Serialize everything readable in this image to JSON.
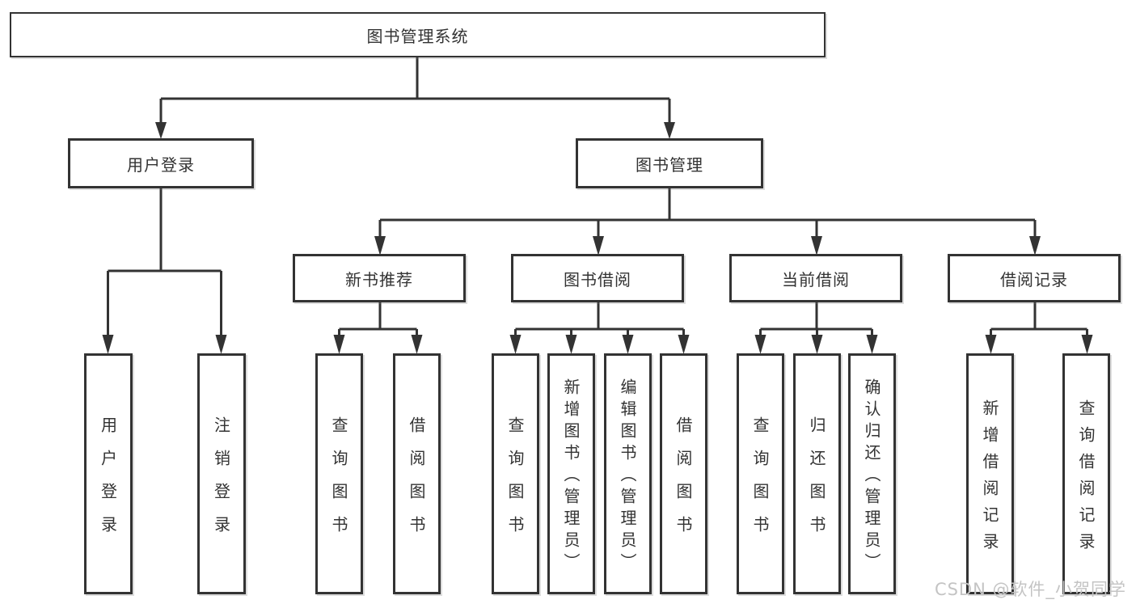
{
  "diagram": {
    "type": "tree",
    "title": "图书管理系统",
    "line_color": "#333333",
    "box_fill": "#ffffff",
    "text_color": "#333333",
    "root": {
      "label": "图书管理系统"
    },
    "branches": [
      {
        "label": "用户登录",
        "children": [
          {
            "label": "用户登录"
          },
          {
            "label": "注销登录"
          }
        ]
      },
      {
        "label": "图书管理",
        "children": [
          {
            "label": "新书推荐",
            "children": [
              {
                "label": "查询图书"
              },
              {
                "label": "借阅图书"
              }
            ]
          },
          {
            "label": "图书借阅",
            "children": [
              {
                "label": "查询图书"
              },
              {
                "label": "新增图书（管理员）"
              },
              {
                "label": "编辑图书（管理员）"
              },
              {
                "label": "借阅图书"
              }
            ]
          },
          {
            "label": "当前借阅",
            "children": [
              {
                "label": "查询图书"
              },
              {
                "label": "归还图书"
              },
              {
                "label": "确认归还（管理员）"
              }
            ]
          },
          {
            "label": "借阅记录",
            "children": [
              {
                "label": "新增借阅记录"
              },
              {
                "label": "查询借阅记录"
              }
            ]
          }
        ]
      }
    ],
    "watermark": "CSDN @软件_小贺同学"
  }
}
